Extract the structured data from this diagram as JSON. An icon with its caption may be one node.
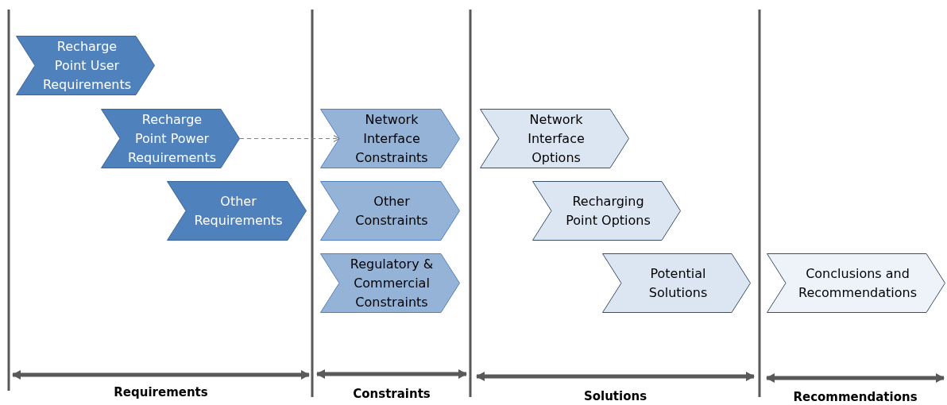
{
  "diagram": {
    "nodes": [
      {
        "text": [
          "Recharge Point User Requirements"
        ]
      },
      {
        "text": [
          "Recharge Point Power Requirements"
        ]
      },
      {
        "text": [
          "Other Requirements"
        ]
      },
      {
        "text": [
          "Network Interface Constraints"
        ]
      },
      {
        "text": [
          "Other Constraints"
        ]
      },
      {
        "text": [
          "Regulatory & Commercial Constraints"
        ]
      },
      {
        "text": [
          "Network Interface Options"
        ]
      },
      {
        "text": [
          "Recharging Point Options"
        ]
      },
      {
        "text": [
          "Potential Solutions"
        ]
      },
      {
        "text": [
          "Conclusions and Recommendations"
        ]
      }
    ],
    "edges": [
      {
        "from": 1,
        "to": 3,
        "arrow": "to",
        "style": "dashed",
        "color": "#7f7f7f"
      }
    ],
    "labels": [
      "Requirements",
      "Constraints",
      "Solutions",
      "Recommendations"
    ]
  }
}
